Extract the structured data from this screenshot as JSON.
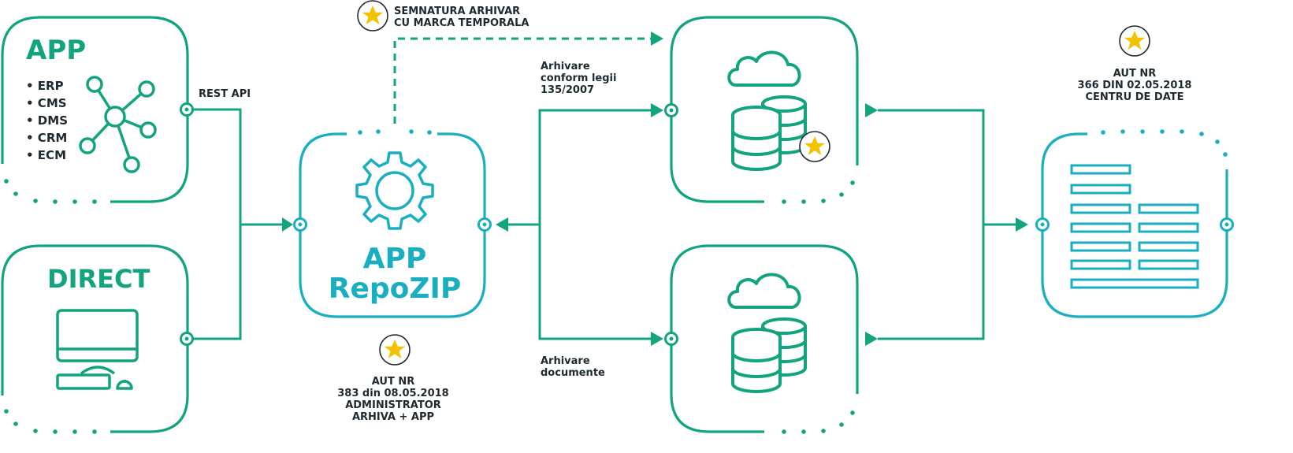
{
  "colors": {
    "green": "#12a37f",
    "teal": "#1aafc0",
    "star": "#f2c400",
    "text": "#1f2a30"
  },
  "app_box": {
    "title": "APP",
    "items": [
      "• ERP",
      "• CMS",
      "• DMS",
      "• CRM",
      "• ECM"
    ]
  },
  "direct_box": {
    "title": "DIRECT"
  },
  "repozip": {
    "line1": "APP",
    "line2": "RepoZIP"
  },
  "labels": {
    "rest_api": "REST API",
    "signature_line1": "SEMNATURA ARHIVAR",
    "signature_line2": "CU MARCA TEMPORALA",
    "legal_line1": "Arhivare",
    "legal_line2": "conform legii",
    "legal_line3": "135/2007",
    "docs_line1": "Arhivare",
    "docs_line2": "documente",
    "admin_line1": "AUT NR",
    "admin_line2": "383 din 08.05.2018",
    "admin_line3": "ADMINISTRATOR",
    "admin_line4": "ARHIVA + APP",
    "dc_line1": "AUT NR",
    "dc_line2": "366 DIN 02.05.2018",
    "dc_line3": "CENTRU DE DATE"
  },
  "icons": [
    "network-hub-icon",
    "monitor-icon",
    "gear-icon",
    "cloud-database-icon",
    "server-rack-icon",
    "star-badge-icon"
  ]
}
